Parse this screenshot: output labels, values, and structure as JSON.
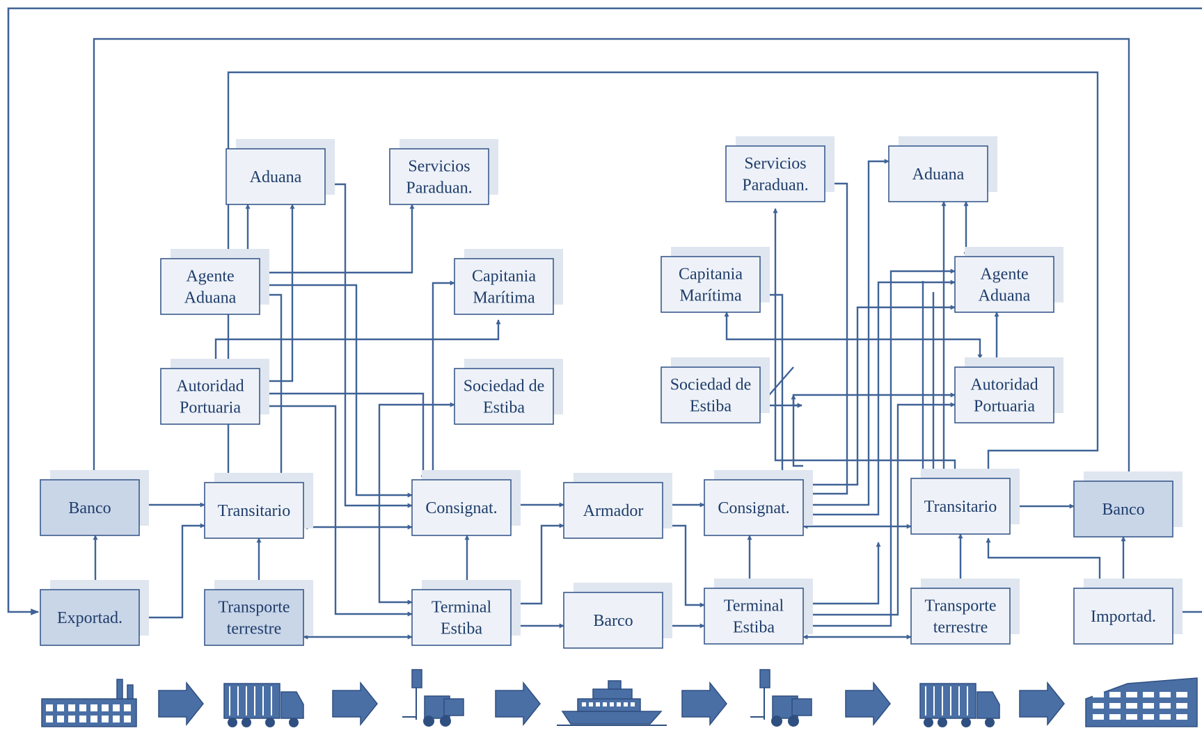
{
  "colors": {
    "line": "#3f6296",
    "box_fill": "#eef2f8",
    "box_fill_dark": "#c9d6e8",
    "text": "#1f3d6b"
  },
  "nodes": {
    "banco_exp": [
      "Banco"
    ],
    "exportad": [
      "Exportad."
    ],
    "transitario_exp": [
      "Transitario"
    ],
    "transporte_exp": [
      "Transporte",
      "terrestre"
    ],
    "aduana_exp": [
      "Aduana"
    ],
    "servicios_exp": [
      "Servicios",
      "Paraduan."
    ],
    "agente_exp": [
      "Agente",
      "Aduana"
    ],
    "autoridad_exp": [
      "Autoridad",
      "Portuaria"
    ],
    "capitania_exp": [
      "Capitania",
      "Marítima"
    ],
    "sociedad_exp": [
      "Sociedad de",
      "Estiba"
    ],
    "consignat_exp": [
      "Consignat."
    ],
    "terminal_exp": [
      "Terminal",
      "Estiba"
    ],
    "armador": [
      "Armador"
    ],
    "barco": [
      "Barco"
    ],
    "servicios_imp": [
      "Servicios",
      "Paraduan."
    ],
    "aduana_imp": [
      "Aduana"
    ],
    "capitania_imp": [
      "Capitania",
      "Marítima"
    ],
    "agente_imp": [
      "Agente",
      "Aduana"
    ],
    "sociedad_imp": [
      "Sociedad de",
      "Estiba"
    ],
    "autoridad_imp": [
      "Autoridad",
      "Portuaria"
    ],
    "consignat_imp": [
      "Consignat."
    ],
    "transitario_imp": [
      "Transitario"
    ],
    "banco_imp": [
      "Banco"
    ],
    "terminal_imp": [
      "Terminal",
      "Estiba"
    ],
    "transporte_imp": [
      "Transporte",
      "terrestre"
    ],
    "importad": [
      "Importad."
    ]
  },
  "flow_icons": [
    "factory-icon",
    "truck-icon",
    "forklift-icon",
    "ship-icon",
    "forklift-icon",
    "truck-icon",
    "warehouse-icon"
  ]
}
